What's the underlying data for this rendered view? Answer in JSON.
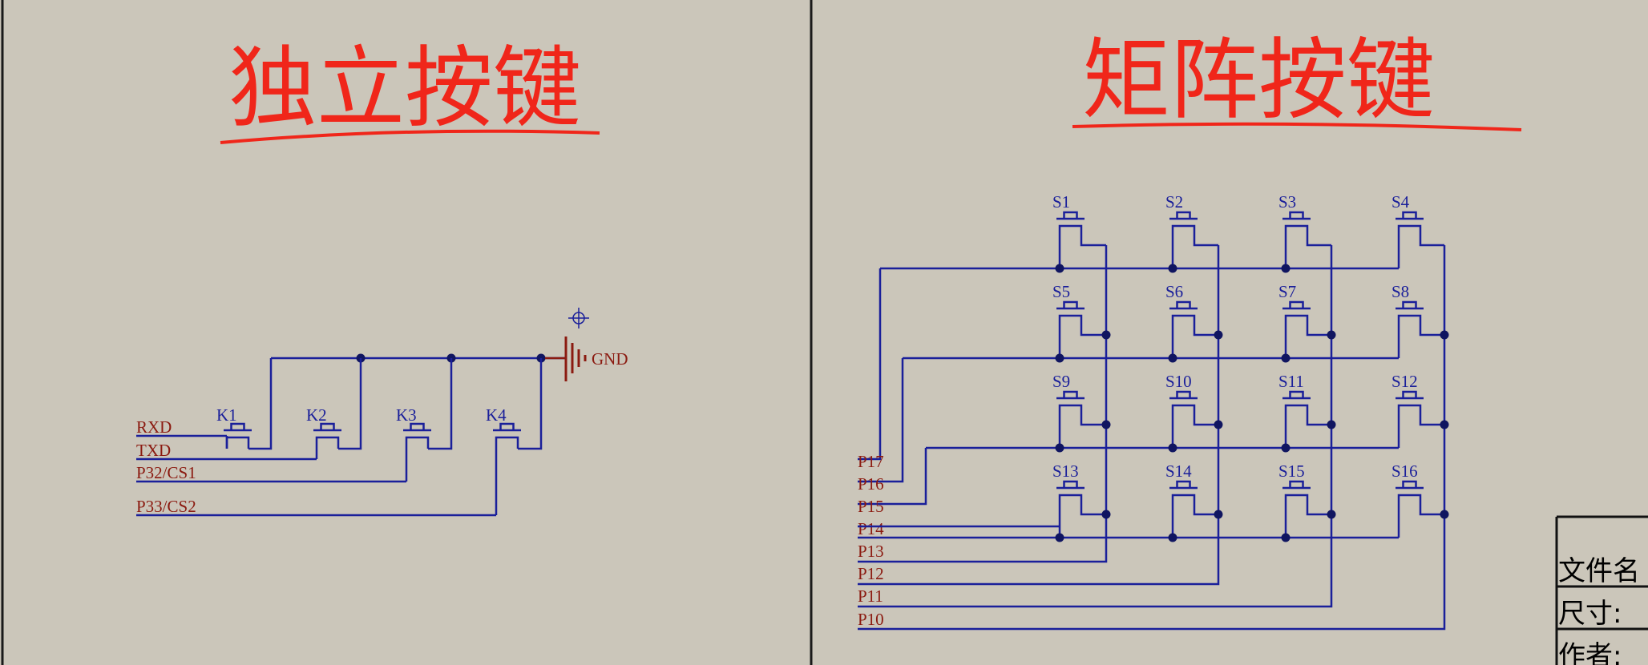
{
  "left_panel": {
    "title": "独立按键",
    "ground_label": "GND",
    "net_labels": [
      "RXD",
      "TXD",
      "P32/CS1",
      "P33/CS2"
    ],
    "switches": [
      "K1",
      "K2",
      "K3",
      "K4"
    ]
  },
  "right_panel": {
    "title": "矩阵按键",
    "net_labels": [
      "P17",
      "P16",
      "P15",
      "P14",
      "P13",
      "P12",
      "P11",
      "P10"
    ],
    "switches": [
      "S1",
      "S2",
      "S3",
      "S4",
      "S5",
      "S6",
      "S7",
      "S8",
      "S9",
      "S10",
      "S11",
      "S12",
      "S13",
      "S14",
      "S15",
      "S16"
    ]
  },
  "title_block": {
    "file_name_label": "文件名",
    "size_label": "尺寸:",
    "author_label": "作者:"
  },
  "colors": {
    "background": "#cbc6ba",
    "wire": "#1a1f9a",
    "title": "#f0261a",
    "net_label": "#8b1a10",
    "ground": "#8b1a10",
    "border": "#1a1a1a"
  }
}
